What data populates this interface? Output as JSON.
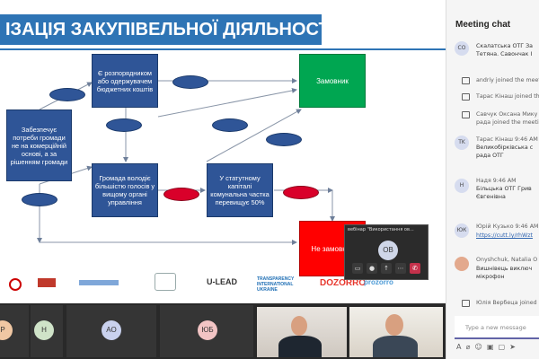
{
  "slide": {
    "title": "ІЗАЦІЯ ЗАКУПІВЕЛЬНОЇ ДІЯЛЬНОСТІ",
    "boxes": {
      "commercial": "Забезпечує потреби громади не на комерційній основі, а за рішенням громади",
      "manager": "Є розпорядником або одержувачем бюджетних коштів",
      "community_votes": "Громада володіє більшістю голосів у вищому органі управління",
      "capital_share": "У статутному капіталі комунальна частка перевищує 50%",
      "customer": "Замовник",
      "not_customer": "Не замовник"
    },
    "logos": [
      "U-LEAD",
      "TRANSPARENCY INTERNATIONAL UKRAINE",
      "DOZORRO",
      "prozorro"
    ]
  },
  "mini_window": {
    "title": "вебінар \"Використання ов...",
    "avatar": "OB"
  },
  "chat": {
    "title": "Meeting chat",
    "items": [
      {
        "type": "message",
        "avatar": "CO",
        "lines": [
          "Скалатська ОТГ За",
          "Тетяна. Савончак І"
        ]
      },
      {
        "type": "system",
        "lines": [
          "andriy joined the meet"
        ]
      },
      {
        "type": "system",
        "lines": [
          "Тарас Кінаш joined th"
        ]
      },
      {
        "type": "system",
        "lines": [
          "Савчук Оксана Мику",
          "рада joined the meeti"
        ]
      },
      {
        "type": "message",
        "avatar": "TK",
        "meta": "Тарас Кінаш 9:46 AM",
        "lines": [
          "Великобірківська с",
          "рада ОТГ"
        ]
      },
      {
        "type": "message",
        "avatar": "H",
        "meta": "Надя 9:46 AM",
        "lines": [
          "Більцька ОТГ Грив",
          "Євгенівна"
        ]
      },
      {
        "type": "message",
        "avatar": "ЮК",
        "meta": "Юрій Кузько 9:46 AM",
        "link": "https://cutt.ly/rhWzt"
      },
      {
        "type": "message",
        "avatar": "",
        "meta": "Onyshchuk, Natalia O",
        "lines": [
          "Вишнівець виключ",
          "мікрофон"
        ]
      },
      {
        "type": "system",
        "lines": [
          "Юлія Вербеца joined"
        ]
      }
    ],
    "input_placeholder": "Type a new message"
  },
  "participants": [
    {
      "initials": "P",
      "color": "#f0c7a3"
    },
    {
      "initials": "H",
      "color": "#cfe3c8"
    },
    {
      "initials": "AO",
      "color": "#c9d1ee"
    },
    {
      "initials": "ЮБ",
      "color": "#f2c4c4"
    }
  ]
}
